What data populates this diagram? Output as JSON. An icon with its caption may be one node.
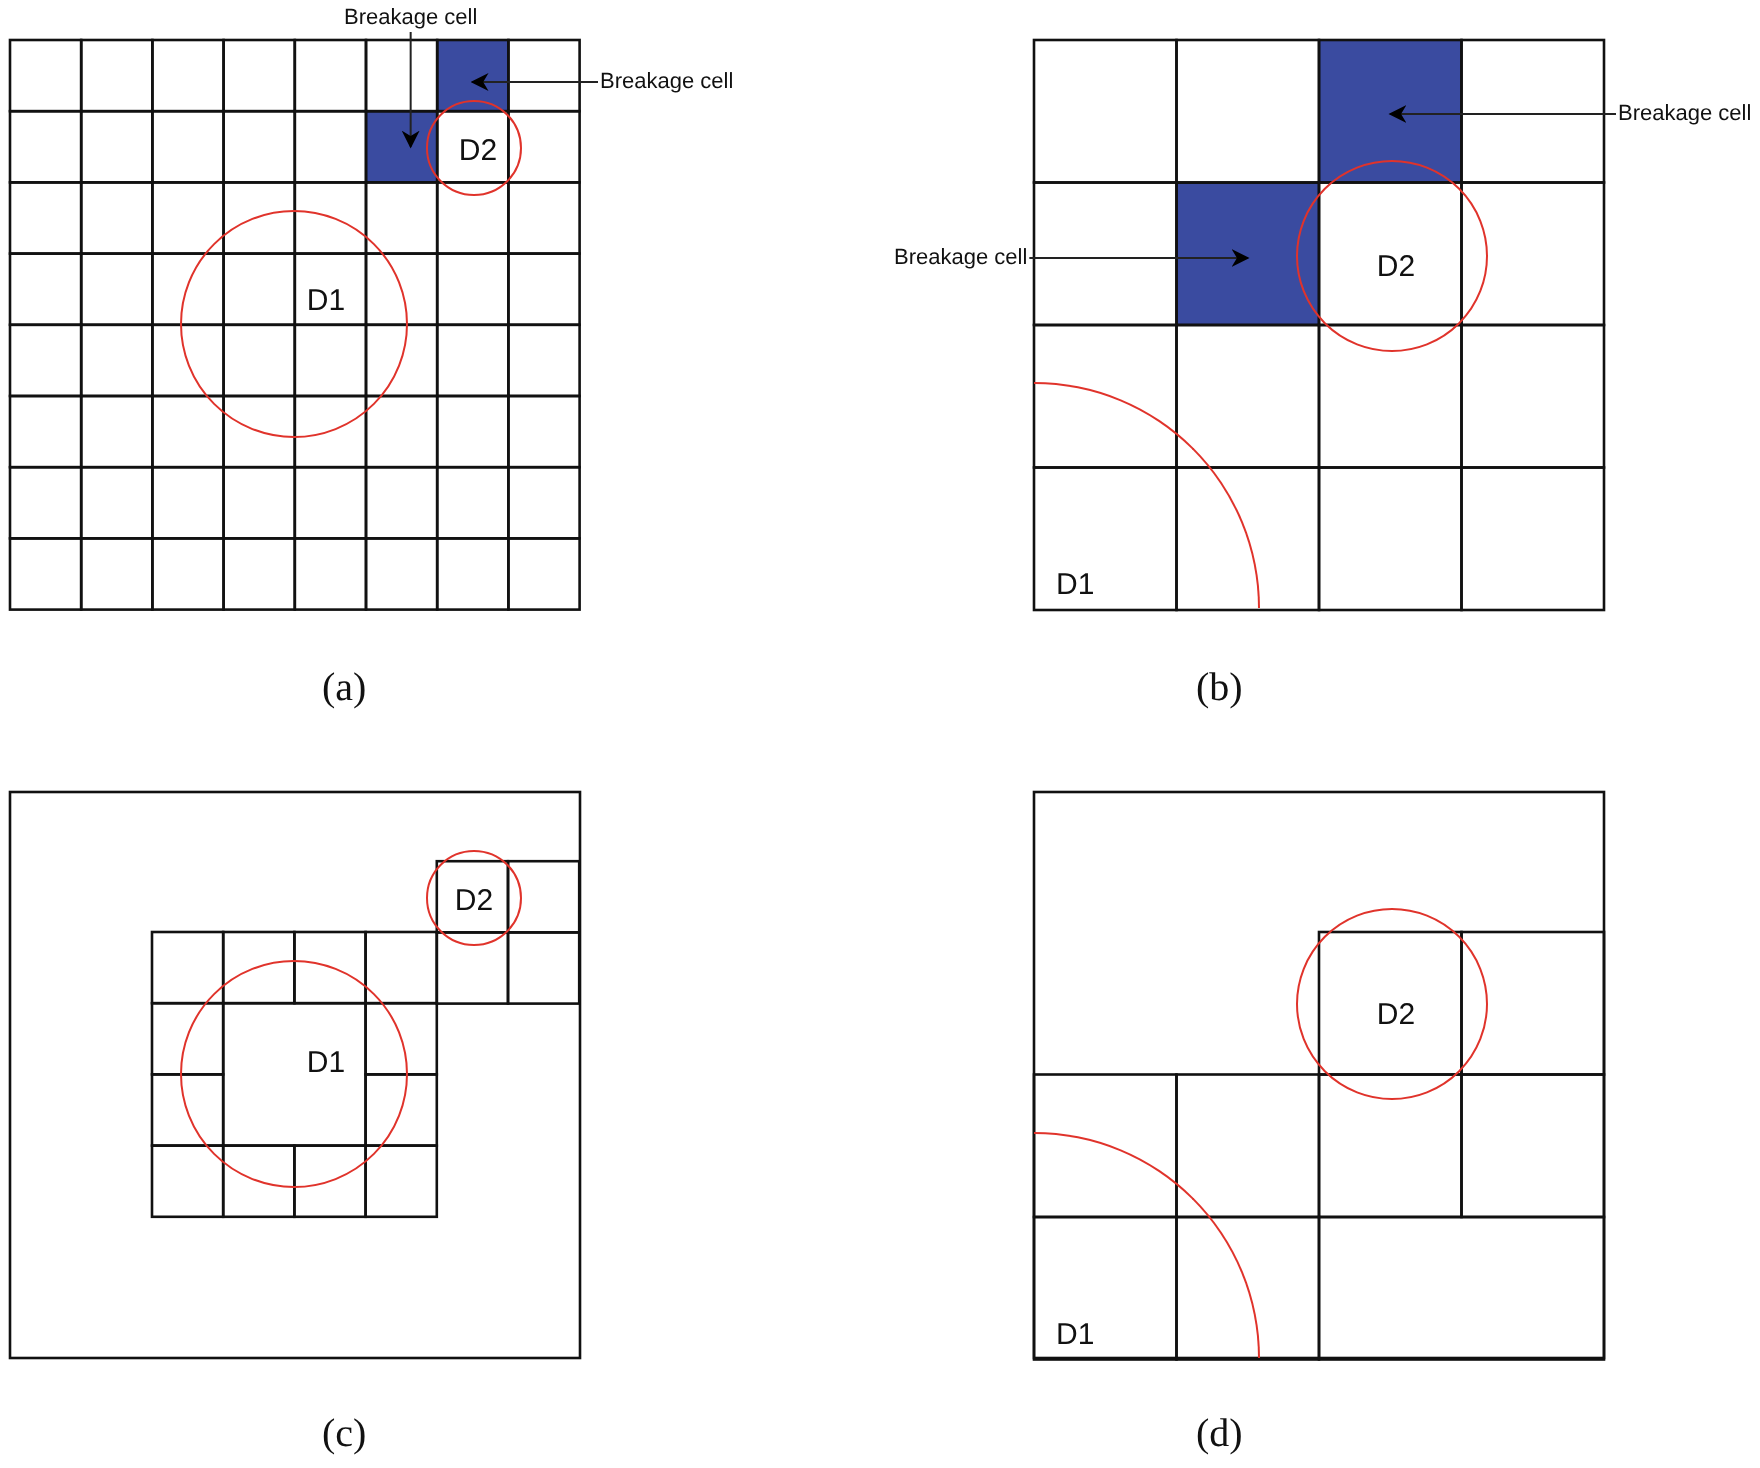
{
  "diagram": {
    "nodes": [
      {
        "text": [
          "Breakage cell"
        ]
      },
      {
        "text": [],
        "shape": "box"
      },
      {
        "text": [
          "Breakage cell"
        ]
      },
      {
        "text": [],
        "shape": "box"
      },
      {
        "text": [
          "D2"
        ]
      },
      {
        "text": [
          "D1"
        ]
      },
      {
        "text": [],
        "shape": "box"
      },
      {
        "text": [
          "Breakage cell"
        ]
      },
      {
        "text": [
          "Breakage cell"
        ]
      },
      {
        "text": [],
        "shape": "box"
      },
      {
        "text": [
          "D2"
        ]
      },
      {
        "text": [
          "D1"
        ]
      },
      {
        "text": [
          "D2"
        ]
      },
      {
        "text": [
          "D1"
        ]
      },
      {
        "text": [
          "D2"
        ]
      },
      {
        "text": [
          "D1"
        ]
      }
    ],
    "edges": [
      {
        "from": 0,
        "to": 3,
        "arrow": "to"
      },
      {
        "from": 2,
        "to": 1,
        "arrow": "to"
      },
      {
        "from": 7,
        "to": 6,
        "arrow": "to"
      },
      {
        "from": 8,
        "to": 9,
        "arrow": "to"
      }
    ],
    "labels": [
      "(a)",
      "(b)",
      "(c)",
      "(d)"
    ]
  }
}
